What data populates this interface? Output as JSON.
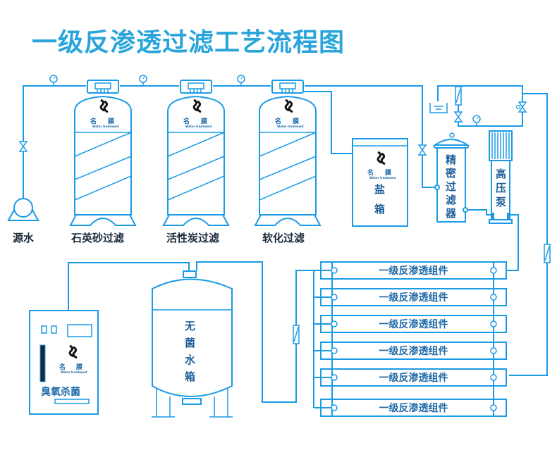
{
  "title": "一级反渗透过滤工艺流程图",
  "colors": {
    "pipe": "#1a9be6",
    "title": "#2aa5dc",
    "label": "#1a2a3a",
    "inner_label": "#1e5f99"
  },
  "logo": {
    "name_left": "名",
    "name_right": "膜",
    "subtitle": "Water treatment"
  },
  "equipment": {
    "source_water": "源水",
    "quartz_sand_filter": "石英砂过滤",
    "activated_carbon_filter": "活性炭过滤",
    "softening_filter": "软化过滤",
    "salt_tank": {
      "line1": "盐",
      "line2": "箱"
    },
    "precision_filter": {
      "chars": [
        "精",
        "密",
        "过",
        "滤",
        "器"
      ]
    },
    "high_pressure_pump": {
      "chars": [
        "高",
        "压",
        "泵"
      ]
    },
    "sterile_water_tank": {
      "chars": [
        "无",
        "菌",
        "水",
        "箱"
      ]
    },
    "ozone_sterilizer": "臭氧杀菌"
  },
  "ro_modules": [
    {
      "label": "一级反渗透组件"
    },
    {
      "label": "一级反渗透组件"
    },
    {
      "label": "一级反渗透组件"
    },
    {
      "label": "一级反渗透组件"
    },
    {
      "label": "一级反渗透组件"
    },
    {
      "label": "一级反渗透组件"
    }
  ],
  "icons": {
    "pressure_gauge": "pressure-gauge-icon",
    "valve": "valve-icon",
    "flowmeter": "flowmeter-icon",
    "pump": "pump-icon"
  }
}
